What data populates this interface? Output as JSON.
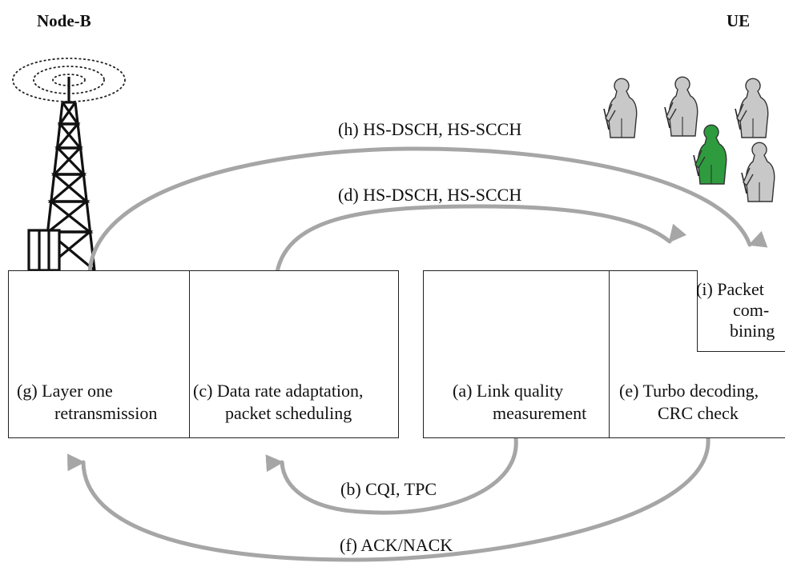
{
  "headers": {
    "left": "Node-B",
    "right": "UE"
  },
  "blocks": {
    "g": [
      "(g) Layer one",
      "retransmission"
    ],
    "c": [
      "(c) Data rate adaptation,",
      "packet scheduling"
    ],
    "a": [
      "(a) Link quality",
      "measurement"
    ],
    "e": [
      "(e) Turbo decoding,",
      "CRC check"
    ],
    "i": [
      "(i) Packet",
      "com-",
      "bining"
    ]
  },
  "links": {
    "h": "(h) HS-DSCH, HS-SCCH",
    "d": "(d) HS-DSCH, HS-SCCH",
    "b": "(b) CQI, TPC",
    "f": "(f) ACK/NACK"
  },
  "colors": {
    "arrow": "#a6a6a6",
    "ue_user": "#c8c8c8",
    "ue_active": "#2e9c3e",
    "line": "#222222"
  },
  "icons": [
    "base-station-tower-icon",
    "antenna-radiation-icon",
    "user-equipment-icon"
  ]
}
